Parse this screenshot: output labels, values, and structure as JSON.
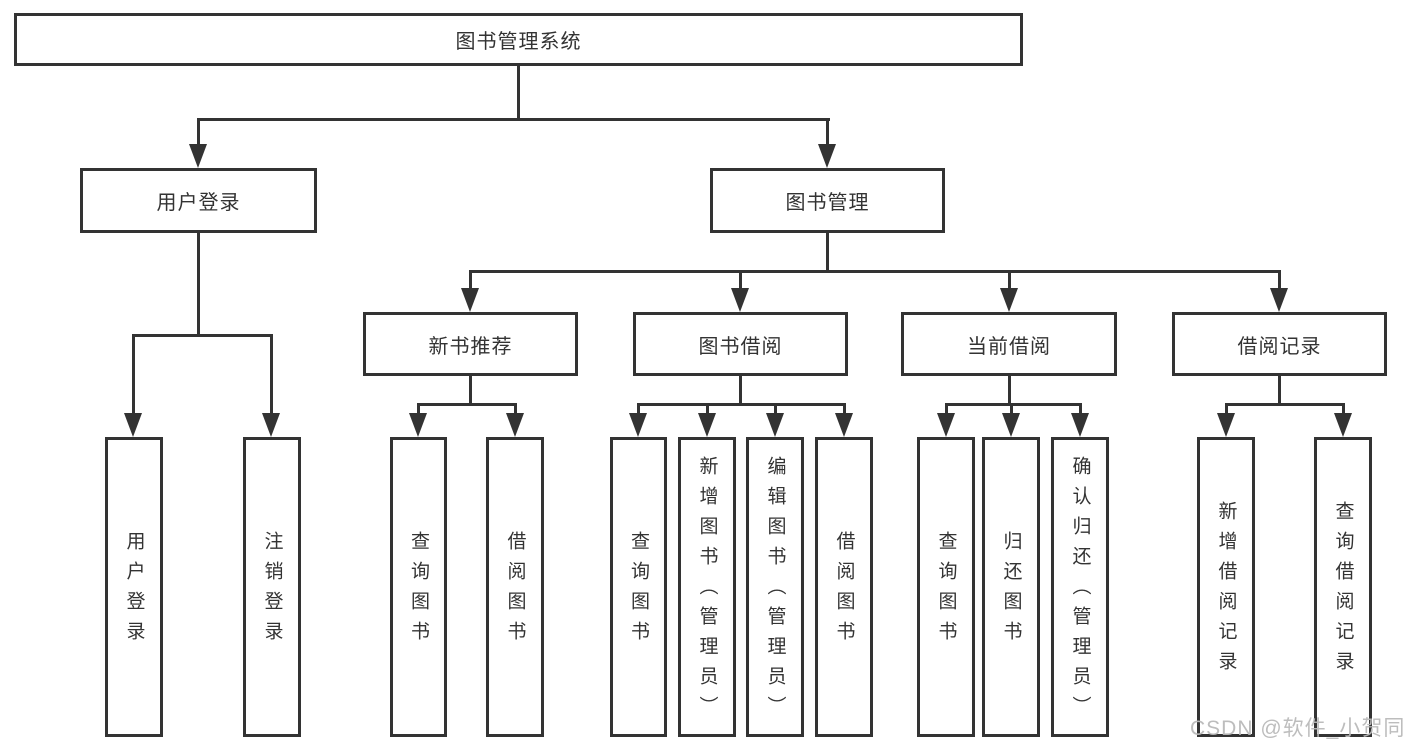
{
  "diagram": {
    "title": "图书管理系统",
    "level2": {
      "user_login": "用户登录",
      "book_mgmt": "图书管理"
    },
    "level3": {
      "new_books": "新书推荐",
      "book_borrow": "图书借阅",
      "current_borrow": "当前借阅",
      "borrow_records": "借阅记录"
    },
    "leaves": {
      "user_login": "用户登录",
      "logout": "注销登录",
      "nb_query": "查询图书",
      "nb_borrow": "借阅图书",
      "bb_query": "查询图书",
      "bb_add": "新增图书（管理员）",
      "bb_edit": "编辑图书（管理员）",
      "bb_borrow": "借阅图书",
      "cb_query": "查询图书",
      "cb_return": "归还图书",
      "cb_confirm": "确认归还（管理员）",
      "rec_add": "新增借阅记录",
      "rec_query": "查询借阅记录"
    }
  },
  "watermark": "CSDN @软件_小贺同学",
  "colors": {
    "line": "#333333",
    "text": "#333333",
    "background": "#ffffff",
    "watermark": "#b9b9b9"
  }
}
